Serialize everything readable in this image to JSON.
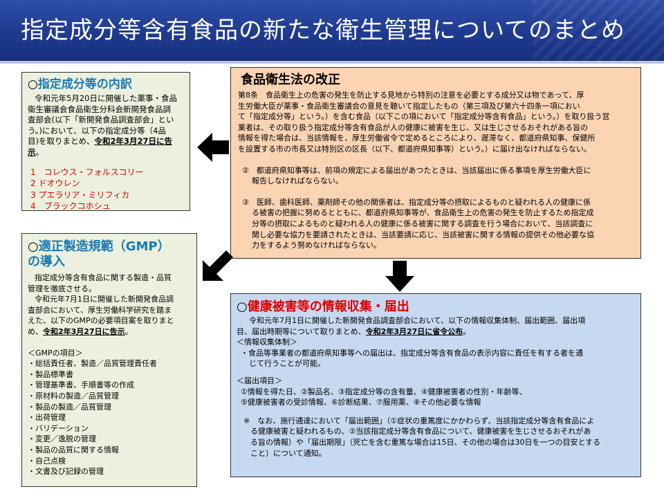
{
  "header": {
    "title": "指定成分等含有食品の新たな衛生管理についてのまとめ"
  },
  "left_top": {
    "bullet": "○",
    "heading": "指定成分等の内訳",
    "body_lines": [
      "令和元年5月20日に開催した薬事・食品",
      "衛生審議会食品衛生分科会新開発食品調",
      "査部会(以下「新開発食品調査部会」とい",
      "う。)において、以下の指定成分等（4品"
    ],
    "body_last": "目)を取りまとめ、",
    "body_last_emph": "令和2年3月27日に告示",
    "body_last_end": "。",
    "items": [
      "1　コレウス・フォルスコリー",
      "2 ドオウレン",
      "3 プエラリア・ミリフィカ",
      "4　ブラックコホシュ"
    ]
  },
  "left_bottom": {
    "bullet": "○",
    "heading_line1": "適正製造規範（GMP）",
    "heading_line2": "の導入",
    "para1_lines": [
      "指定成分等含有食品に関する製造・品質",
      "管理を徹底させる。"
    ],
    "para2_lines": [
      "令和元年7月1日に開催した新開発食品調",
      "査部会において、厚生労働科学研究を踏ま",
      "えた、以下のGMPの必要項目案を取りまと"
    ],
    "para2_last": "め、",
    "para2_emph": "令和2年3月27日に告示",
    "para2_end": "。",
    "items_title": "＜GMPの項目＞",
    "items": [
      "・総括責任者、製造／品質管理責任者",
      "・製品標準書",
      "・管理基準書、手順書等の作成",
      "・原材料の製造／品質管理",
      "・製品の製造／品質管理",
      "・出荷管理",
      "・バリデーション",
      "・変更／逸脱の管理",
      "・製品の品質に関する情報",
      "・自己点検",
      "・文書及び記録の管理"
    ]
  },
  "right_top": {
    "heading": "食品衛生法の改正",
    "art8_lines": [
      "第8条　食品衛生上の危害の発生を防止する見地から特別の注意を必要とする成分又は物であって、厚",
      "生労働大臣が薬事・食品衛生審議会の意見を聴いて指定したもの（第三項及び第六十四条一項におい",
      "て「指定成分等」という。）を含む食品（以下この項において「指定成分等含有食品」という。）を取り扱う営",
      "業者は、その取り扱う指定成分等含有食品が人の健康に被害を生じ、又は生じさせるおそれがある旨の",
      "情報を得た場合は、当該情報を、厚生労働省令で定めるところにより、遅滞なく、都道府県知事、保健所",
      "を設置する市の市長又は特別区の区長（以下、都道府県知事等）という。）に届け出なければならない。"
    ],
    "p2_lines": [
      "②　都道府県知事等は、前項の規定による届出があつたときは、当該届出に係る事項を厚生労働大臣に",
      "報告しなければならない。"
    ],
    "p3_lines": [
      "③　医師、歯科医師、薬剤師その他の関係者は、指定成分等の摂取によるものと疑われる人の健康に係",
      "る被害の把握に努めるとともに、都道府県知事等が、食品衛生上の危害の発生を防止するため指定成",
      "分等の摂取によるものと疑われる人の健康に係る被害に関する調査を行う場合において、当該調査に",
      "関し必要な協力を要請されたときは、当該要請に応じ、当該被害に関する情報の提供その他必要な協",
      "力をするよう努めなければならない。"
    ]
  },
  "right_bottom": {
    "bullet": "○",
    "heading": "健康被害等の情報収集・届出",
    "intro_line1": "令和元年7月1日に開催した新開発食品調査部会において、以下の情報収集体制、届出範囲、届出項",
    "intro_line2": "目、届出時期等について取りまとめ、",
    "intro_emph": "令和2年3月27日に省令公布",
    "intro_end": "。",
    "system_title": "＜情報収集体制＞",
    "system_lines": [
      "・食品等事業者の都道府県知事等への届出は、指定成分等含有食品の表示内容に責任を有する者を通",
      "じて行うことが可能。"
    ],
    "items_title": "＜届出項目＞",
    "items_lines": [
      "①情報を得た日、②製品名、③指定成分等の含有量、④健康被害者の性別・年齢等、",
      "⑤健康被害者の受診情報、⑥診断結果、⑦服用薬、⑧その他必要な情報"
    ],
    "note_lines": [
      "※　なお、施行通達において「届出範囲」（①症状の重篤度にかかわらず、当該指定成分等含有食品によ",
      "る健康被害と疑われるもの、②当該指定成分等含有食品について、健康被害を生じさせるおそれがあ",
      "る旨の情報）や「届出期限」（死亡を含む重篤な場合は15日、その他の場合は30日を一つの目安とする",
      "こと）について通知。"
    ]
  },
  "colors": {
    "header": "#1f3a8f",
    "green_box": "#ebf1de",
    "peach_box": "#fbd4b4",
    "blue_box": "#c6d9f1",
    "heading_blue": "#1a7ab5",
    "heading_red": "#e00000"
  }
}
